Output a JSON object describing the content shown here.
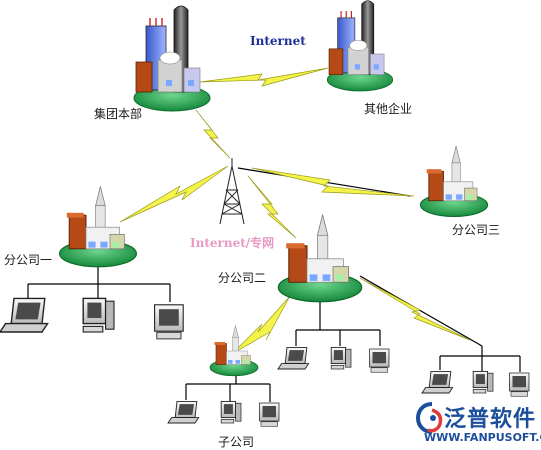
{
  "diagram": {
    "internet_label": "Internet",
    "network_label": "Internet/专网",
    "nodes": {
      "hq": "集团本部",
      "other": "其他企业",
      "branch1": "分公司一",
      "branch2": "分公司二",
      "branch3": "分公司三",
      "sub": "子公司"
    }
  },
  "logo": {
    "name": "泛普软件",
    "url": "WWW.FANPUSOFT.COM"
  },
  "colors": {
    "ellipse": "#1f9e4a",
    "lightning": "#f2f23c",
    "tower": "#3a3a3a",
    "logo": "#1c4e9c"
  }
}
